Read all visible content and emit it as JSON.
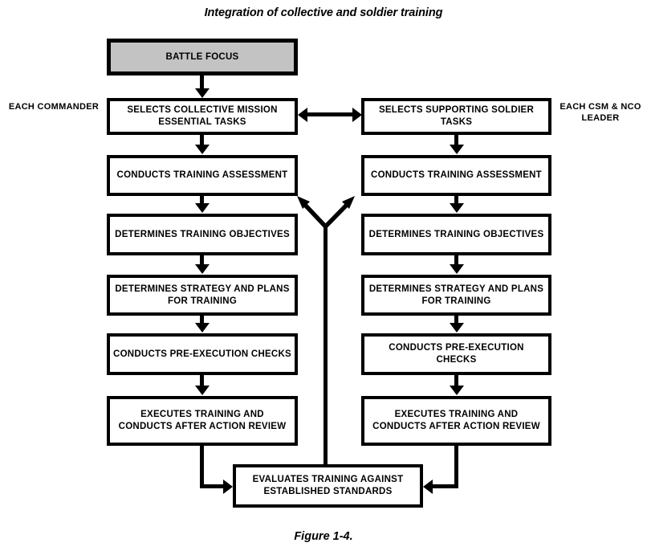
{
  "figure": {
    "title": "Integration of collective and soldier training",
    "caption": "Figure 1-4."
  },
  "labels": {
    "left_role": "EACH COMMANDER",
    "right_role": "EACH CSM & NCO LEADER"
  },
  "start_node": {
    "text": "BATTLE FOCUS",
    "fill_color": "#c3c3c3"
  },
  "left_column": [
    {
      "text": "SELECTS COLLECTIVE MISSION ESSENTIAL TASKS"
    },
    {
      "text": "CONDUCTS TRAINING ASSESSMENT"
    },
    {
      "text": "DETERMINES TRAINING OBJECTIVES"
    },
    {
      "text": "DETERMINES STRATEGY AND PLANS FOR TRAINING"
    },
    {
      "text": "CONDUCTS PRE-EXECUTION CHECKS"
    },
    {
      "text": "EXECUTES TRAINING AND CONDUCTS AFTER ACTION REVIEW"
    }
  ],
  "right_column": [
    {
      "text": "SELECTS SUPPORTING SOLDIER TASKS"
    },
    {
      "text": "CONDUCTS TRAINING ASSESSMENT"
    },
    {
      "text": "DETERMINES TRAINING OBJECTIVES"
    },
    {
      "text": "DETERMINES STRATEGY AND PLANS FOR TRAINING"
    },
    {
      "text": "CONDUCTS PRE-EXECUTION CHECKS"
    },
    {
      "text": "EXECUTES TRAINING AND CONDUCTS AFTER ACTION REVIEW"
    }
  ],
  "bottom_node": {
    "text": "EVALUATES TRAINING AGAINST ESTABLISHED STANDARDS"
  },
  "connectors": {
    "top_link": "bidirectional-arrow",
    "feedback": "feedback-split-arrow",
    "line_color": "#000000"
  }
}
